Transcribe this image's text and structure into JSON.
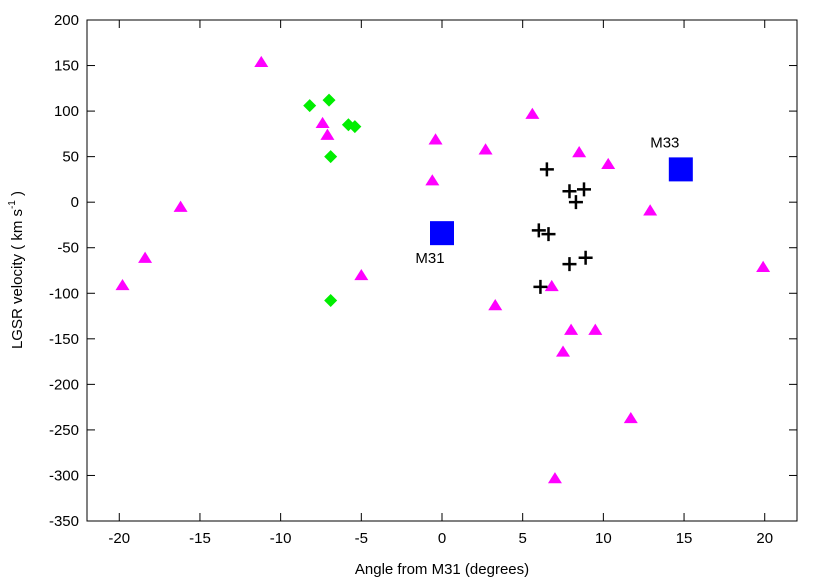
{
  "chart_data": {
    "type": "scatter",
    "title": "",
    "xlabel": "Angle from M31  (degrees)",
    "ylabel_main": "LGSR velocity  ( km s",
    "ylabel_sup": "-1",
    "ylabel_close": " )",
    "xlim": [
      -22,
      22
    ],
    "ylim": [
      -350,
      200
    ],
    "xticks": [
      -20,
      -15,
      -10,
      -5,
      0,
      5,
      10,
      15,
      20
    ],
    "yticks": [
      -350,
      -300,
      -250,
      -200,
      -150,
      -100,
      -50,
      0,
      50,
      100,
      150,
      200
    ],
    "grid": false,
    "legend": "none",
    "series": [
      {
        "marker": "triangle",
        "color": "#ff00ff",
        "points": [
          {
            "x": -11.2,
            "y": 153
          },
          {
            "x": -7.4,
            "y": 86
          },
          {
            "x": -7.1,
            "y": 73
          },
          {
            "x": -0.4,
            "y": 68
          },
          {
            "x": -0.6,
            "y": 23
          },
          {
            "x": 2.7,
            "y": 57
          },
          {
            "x": 5.6,
            "y": 96
          },
          {
            "x": 8.5,
            "y": 54
          },
          {
            "x": 10.3,
            "y": 41
          },
          {
            "x": 12.9,
            "y": -10
          },
          {
            "x": 19.9,
            "y": -72
          },
          {
            "x": -16.2,
            "y": -6
          },
          {
            "x": -18.4,
            "y": -62
          },
          {
            "x": -19.8,
            "y": -92
          },
          {
            "x": -5.0,
            "y": -81
          },
          {
            "x": 3.3,
            "y": -114
          },
          {
            "x": 6.8,
            "y": -93
          },
          {
            "x": 8.0,
            "y": -141
          },
          {
            "x": 9.5,
            "y": -141
          },
          {
            "x": 7.5,
            "y": -165
          },
          {
            "x": 11.7,
            "y": -238
          },
          {
            "x": 7.0,
            "y": -304
          }
        ]
      },
      {
        "marker": "diamond",
        "color": "#00ee00",
        "points": [
          {
            "x": -8.2,
            "y": 106
          },
          {
            "x": -7.0,
            "y": 112
          },
          {
            "x": -5.8,
            "y": 85
          },
          {
            "x": -5.4,
            "y": 83
          },
          {
            "x": -6.9,
            "y": 50
          },
          {
            "x": -6.9,
            "y": -108
          }
        ]
      },
      {
        "marker": "plus",
        "color": "#000000",
        "points": [
          {
            "x": 6.5,
            "y": 36
          },
          {
            "x": 7.9,
            "y": 12
          },
          {
            "x": 8.8,
            "y": 14
          },
          {
            "x": 8.3,
            "y": 0
          },
          {
            "x": 6.0,
            "y": -31
          },
          {
            "x": 6.6,
            "y": -35
          },
          {
            "x": 7.9,
            "y": -68
          },
          {
            "x": 8.9,
            "y": -61
          },
          {
            "x": 6.1,
            "y": -93
          }
        ]
      },
      {
        "marker": "square",
        "color": "#0000ff",
        "points": [
          {
            "x": 0,
            "y": -34,
            "label": "M31"
          },
          {
            "x": 14.8,
            "y": 36,
            "label": "M33"
          }
        ]
      }
    ]
  }
}
